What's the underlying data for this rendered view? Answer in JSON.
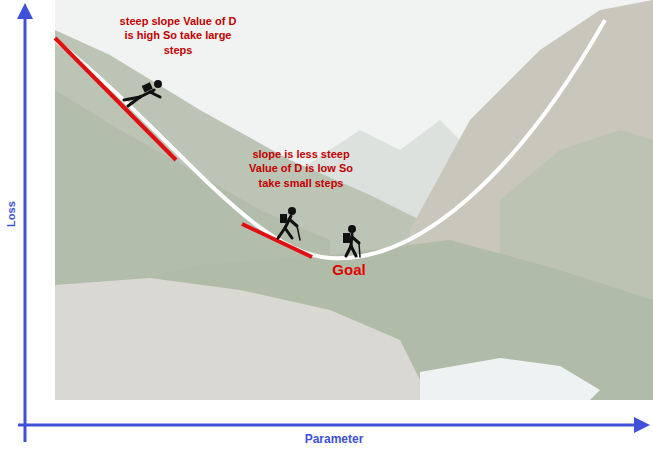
{
  "diagram": {
    "labels": [
      "steep slope Value of D is high So take large steps",
      "slope is less steep Value of D is low So take small steps",
      "Goal",
      "Loss",
      "Parameter"
    ]
  }
}
